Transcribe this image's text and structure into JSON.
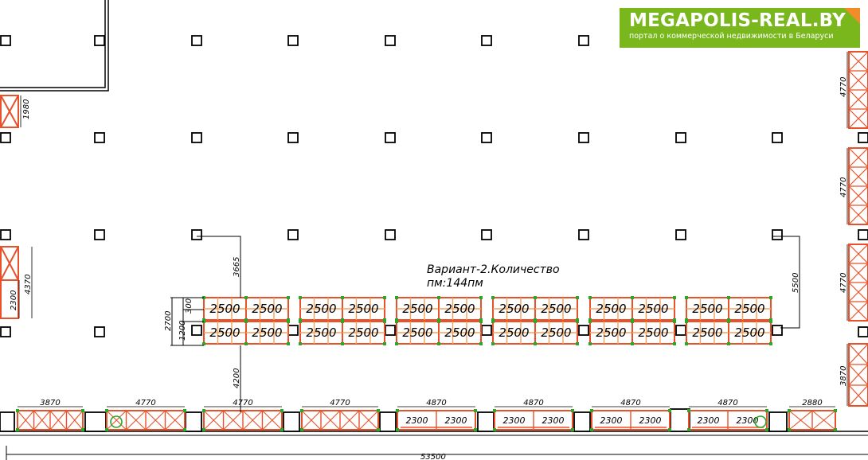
{
  "logo": {
    "brand": "MEGAPOLIS-REAL.BY",
    "tagline": "портал о коммерческой недвижимости в Беларуси",
    "brand_color": "#79b71d",
    "corner_color": "#f28c28"
  },
  "note": {
    "line1": "Вариант-2.Количество",
    "line2": "пм:144пм"
  },
  "colors": {
    "rack_frame": "#e8522a",
    "rack_beam": "#f5a35c",
    "node": "#29a829",
    "node_alt": "#7b5ea7",
    "wall": "#000000"
  },
  "racks": {
    "bay_label": "2500"
  },
  "dims": {
    "v_3665": "3665",
    "v_4200": "4200",
    "v_5500": "5500",
    "v_2700": "2700",
    "v_300": "300",
    "v_1200": "1200",
    "left_1980": "1980",
    "left_4370": "4370",
    "left_2300": "2300",
    "right_4770_a": "4770",
    "right_4770_b": "4770",
    "right_4770_c": "4770",
    "right_3870": "3870",
    "bottom_total": "53500",
    "bottom_segments": [
      "3870",
      "4770",
      "4770",
      "4770",
      "4870",
      "4870",
      "4870",
      "4870",
      "2880"
    ],
    "bottom_bay_label": "2300"
  }
}
